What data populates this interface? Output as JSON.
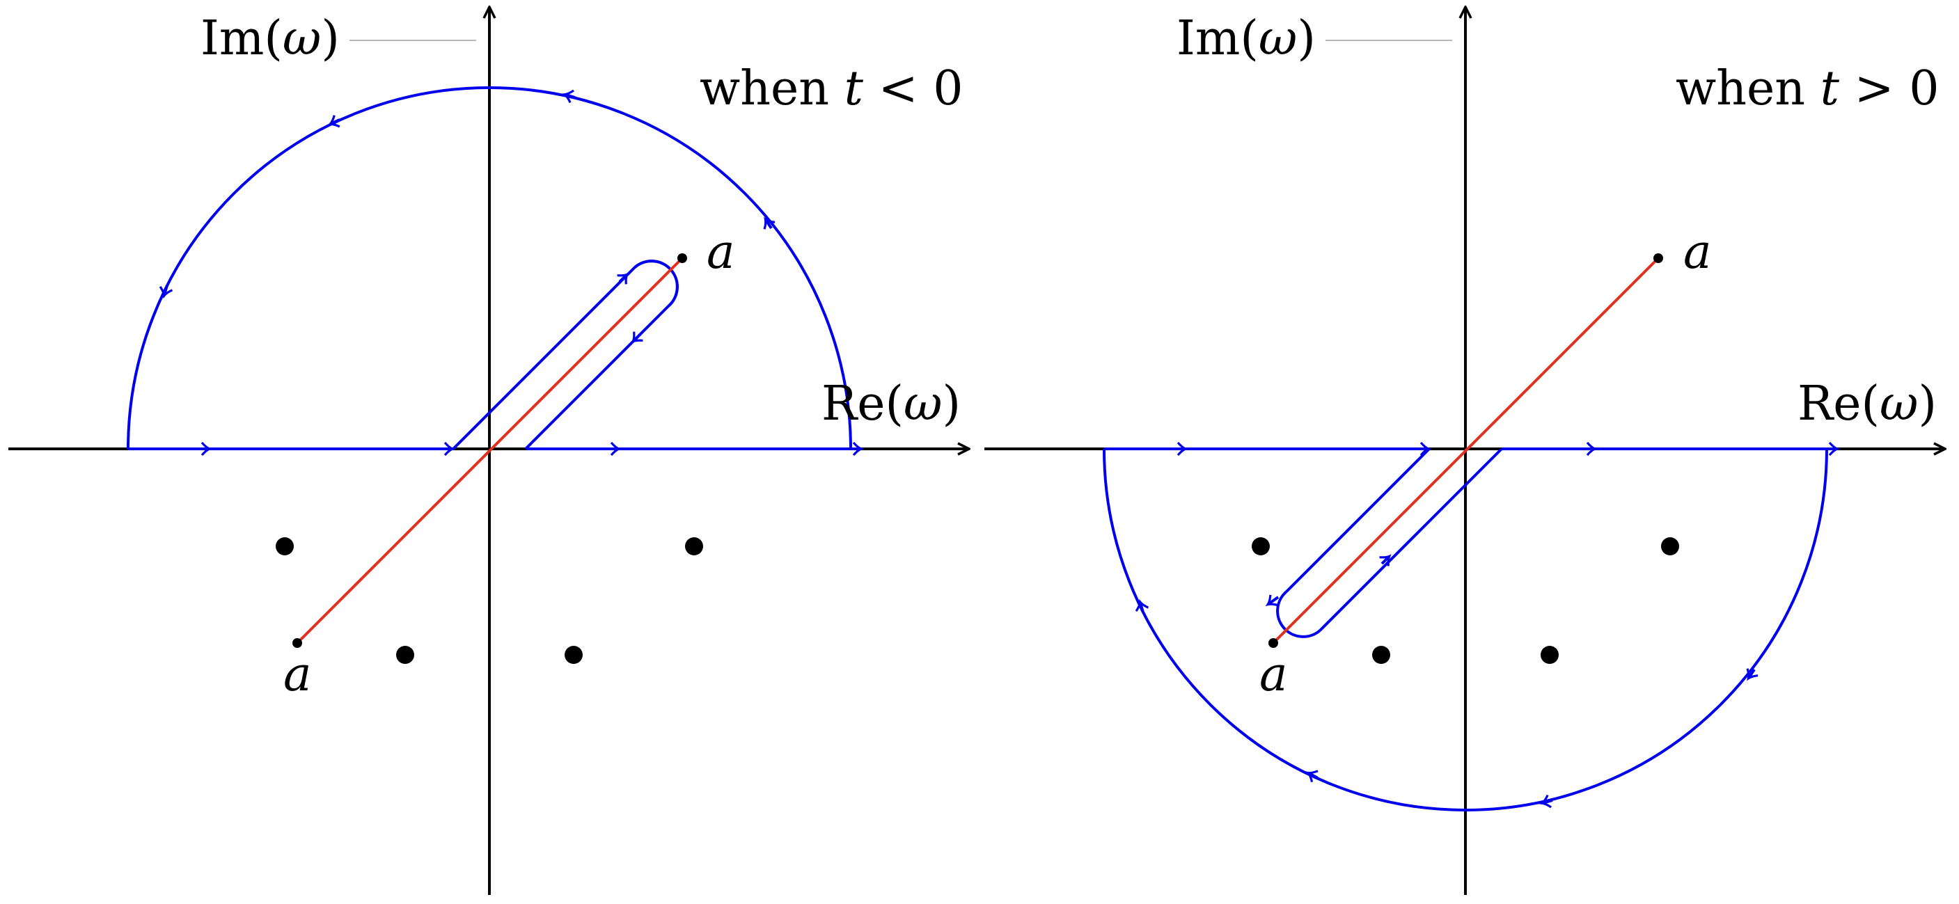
{
  "colors": {
    "axis": "#000000",
    "contour": "#0000ee",
    "branch_cut": "#e0301e",
    "guide_line": "#b8b8b8",
    "point": "#000000"
  },
  "panels": [
    {
      "id": "left",
      "im_label": {
        "prefix": "Im(",
        "var": "ω",
        "suffix": ")"
      },
      "re_label": {
        "prefix": "Re(",
        "var": "ω",
        "suffix": ")"
      },
      "condition": {
        "word": "when ",
        "var": "t",
        "relation": " < 0"
      },
      "branch_labels": [
        "a",
        "a"
      ]
    },
    {
      "id": "right",
      "im_label": {
        "prefix": "Im(",
        "var": "ω",
        "suffix": ")"
      },
      "re_label": {
        "prefix": "Re(",
        "var": "ω",
        "suffix": ")"
      },
      "condition": {
        "word": "when ",
        "var": "t",
        "relation": " > 0"
      },
      "branch_labels": [
        "a",
        "a"
      ]
    }
  ]
}
